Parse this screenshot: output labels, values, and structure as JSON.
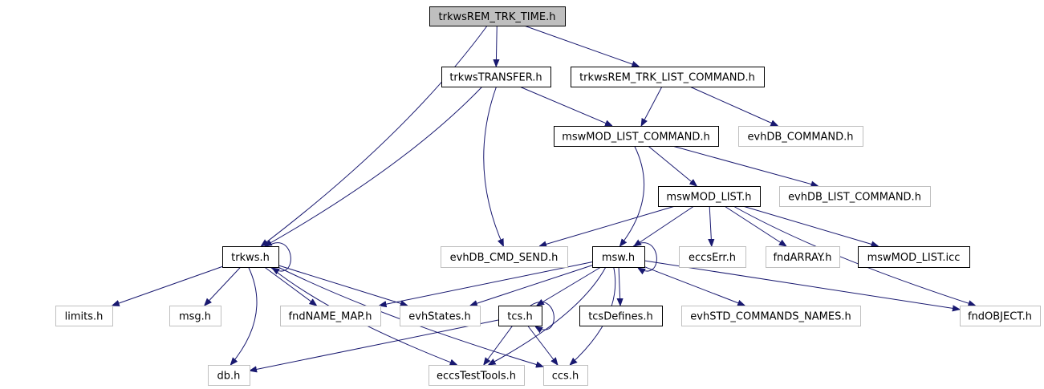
{
  "colors": {
    "edge": "#191970",
    "root_fill": "#bfbfbf",
    "documented_border": "#000000",
    "undocumented_border": "#bfbfbf",
    "background": "#ffffff"
  },
  "nodes": [
    {
      "id": "root",
      "label": "trkwsREM_TRK_TIME.h",
      "style": "root"
    },
    {
      "id": "transfer",
      "label": "trkwsTRANSFER.h",
      "style": "documented"
    },
    {
      "id": "remtrklist",
      "label": "trkwsREM_TRK_LIST_COMMAND.h",
      "style": "documented"
    },
    {
      "id": "modlistcmd",
      "label": "mswMOD_LIST_COMMAND.h",
      "style": "documented"
    },
    {
      "id": "evhdbcmd",
      "label": "evhDB_COMMAND.h",
      "style": "undocumented"
    },
    {
      "id": "modlist",
      "label": "mswMOD_LIST.h",
      "style": "documented"
    },
    {
      "id": "evhdblistcmd",
      "label": "evhDB_LIST_COMMAND.h",
      "style": "undocumented"
    },
    {
      "id": "trkws",
      "label": "trkws.h",
      "style": "documented"
    },
    {
      "id": "evhdbcmdsend",
      "label": "evhDB_CMD_SEND.h",
      "style": "undocumented"
    },
    {
      "id": "msw",
      "label": "msw.h",
      "style": "documented"
    },
    {
      "id": "eccserr",
      "label": "eccsErr.h",
      "style": "undocumented"
    },
    {
      "id": "fndarray",
      "label": "fndARRAY.h",
      "style": "undocumented"
    },
    {
      "id": "modlisticc",
      "label": "mswMOD_LIST.icc",
      "style": "documented"
    },
    {
      "id": "limits",
      "label": "limits.h",
      "style": "undocumented"
    },
    {
      "id": "msg",
      "label": "msg.h",
      "style": "undocumented"
    },
    {
      "id": "fndnamemap",
      "label": "fndNAME_MAP.h",
      "style": "undocumented"
    },
    {
      "id": "evhstates",
      "label": "evhStates.h",
      "style": "undocumented"
    },
    {
      "id": "tcs",
      "label": "tcs.h",
      "style": "documented"
    },
    {
      "id": "tcsdefines",
      "label": "tcsDefines.h",
      "style": "documented"
    },
    {
      "id": "evhstdcmdnames",
      "label": "evhSTD_COMMANDS_NAMES.h",
      "style": "undocumented"
    },
    {
      "id": "fndobject",
      "label": "fndOBJECT.h",
      "style": "undocumented"
    },
    {
      "id": "db",
      "label": "db.h",
      "style": "undocumented"
    },
    {
      "id": "eccstesttools",
      "label": "eccsTestTools.h",
      "style": "undocumented"
    },
    {
      "id": "ccs",
      "label": "ccs.h",
      "style": "undocumented"
    }
  ],
  "edges": [
    [
      "root",
      "transfer"
    ],
    [
      "root",
      "remtrklist"
    ],
    [
      "root",
      "trkws"
    ],
    [
      "transfer",
      "modlistcmd"
    ],
    [
      "transfer",
      "trkws"
    ],
    [
      "transfer",
      "evhdbcmdsend"
    ],
    [
      "remtrklist",
      "modlistcmd"
    ],
    [
      "remtrklist",
      "evhdbcmd"
    ],
    [
      "modlistcmd",
      "modlist"
    ],
    [
      "modlistcmd",
      "evhdblistcmd"
    ],
    [
      "modlistcmd",
      "msw"
    ],
    [
      "modlist",
      "evhdbcmdsend"
    ],
    [
      "modlist",
      "msw"
    ],
    [
      "modlist",
      "eccserr"
    ],
    [
      "modlist",
      "fndarray"
    ],
    [
      "modlist",
      "modlisticc"
    ],
    [
      "modlist",
      "fndobject"
    ],
    [
      "trkws",
      "trkws"
    ],
    [
      "trkws",
      "limits"
    ],
    [
      "trkws",
      "msg"
    ],
    [
      "trkws",
      "fndnamemap"
    ],
    [
      "trkws",
      "evhstates"
    ],
    [
      "trkws",
      "db"
    ],
    [
      "trkws",
      "eccstesttools"
    ],
    [
      "trkws",
      "ccs"
    ],
    [
      "msw",
      "msw"
    ],
    [
      "msw",
      "fndnamemap"
    ],
    [
      "msw",
      "evhstates"
    ],
    [
      "msw",
      "tcs"
    ],
    [
      "msw",
      "tcsdefines"
    ],
    [
      "msw",
      "evhstdcmdnames"
    ],
    [
      "msw",
      "fndobject"
    ],
    [
      "msw",
      "eccstesttools"
    ],
    [
      "msw",
      "ccs"
    ],
    [
      "tcs",
      "tcs"
    ],
    [
      "tcs",
      "db"
    ],
    [
      "tcs",
      "eccstesttools"
    ],
    [
      "tcs",
      "ccs"
    ]
  ]
}
